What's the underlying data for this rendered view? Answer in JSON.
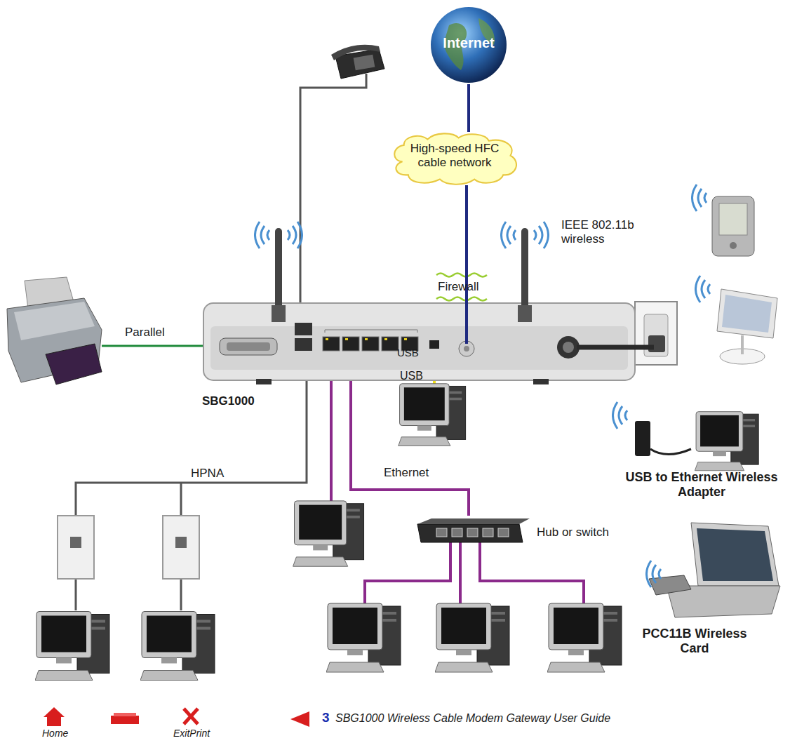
{
  "diagram": {
    "nodes": [
      {
        "text": [
          "Internet"
        ]
      },
      {
        "text": [
          "High-speed HFC cable network"
        ]
      },
      {
        "text": [
          "SBG1000"
        ]
      },
      {
        "text": [
          "Hub or switch"
        ]
      }
    ],
    "edges": [
      {
        "from": 0,
        "to": 1,
        "arrow": "none"
      },
      {
        "from": 1,
        "to": 2,
        "label": "Firewall",
        "arrow": "none"
      },
      {
        "from": 2,
        "to": 3,
        "label": "Ethernet",
        "arrow": "none"
      }
    ],
    "labels": [
      "IEEE 802.11b wireless",
      "Parallel",
      "USB",
      "USB",
      "HPNA",
      "USB to Ethernet Wireless Adapter",
      "PCC11B Wireless Card",
      "Home",
      "ExitPrint",
      "3",
      "SBG1000 Wireless Cable Modem Gateway User Guide"
    ]
  }
}
